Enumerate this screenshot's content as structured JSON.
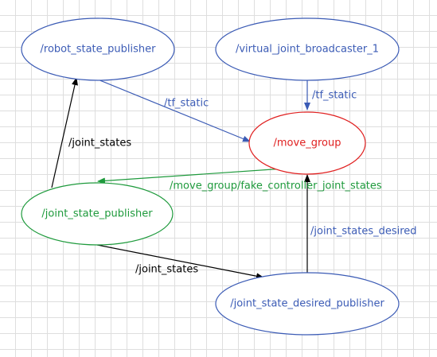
{
  "nodes": {
    "robot_state_publisher": {
      "label": "/robot_state_publisher",
      "color": "#3b5bb5"
    },
    "virtual_joint_broadcaster": {
      "label": "/virtual_joint_broadcaster_1",
      "color": "#3b5bb5"
    },
    "move_group": {
      "label": "/move_group",
      "color": "#e02020"
    },
    "joint_state_publisher": {
      "label": "/joint_state_publisher",
      "color": "#1e9a3c"
    },
    "joint_state_desired_publisher": {
      "label": "/joint_state_desired_publisher",
      "color": "#3b5bb5"
    }
  },
  "edges": {
    "rsp_to_move_group": {
      "label": "/tf_static",
      "color": "#3b5bb5"
    },
    "vjb_to_move_group": {
      "label": "/tf_static",
      "color": "#3b5bb5"
    },
    "jsp_to_rsp": {
      "label": "/joint_states",
      "color": "#000000"
    },
    "move_group_to_jsp": {
      "label": "/move_group/fake_controller_joint_states",
      "color": "#1e9a3c"
    },
    "jsp_to_jsdp": {
      "label": "/joint_states",
      "color": "#000000"
    },
    "jsdp_to_move_group": {
      "label": "/joint_states_desired",
      "color": "#3b5bb5"
    }
  }
}
